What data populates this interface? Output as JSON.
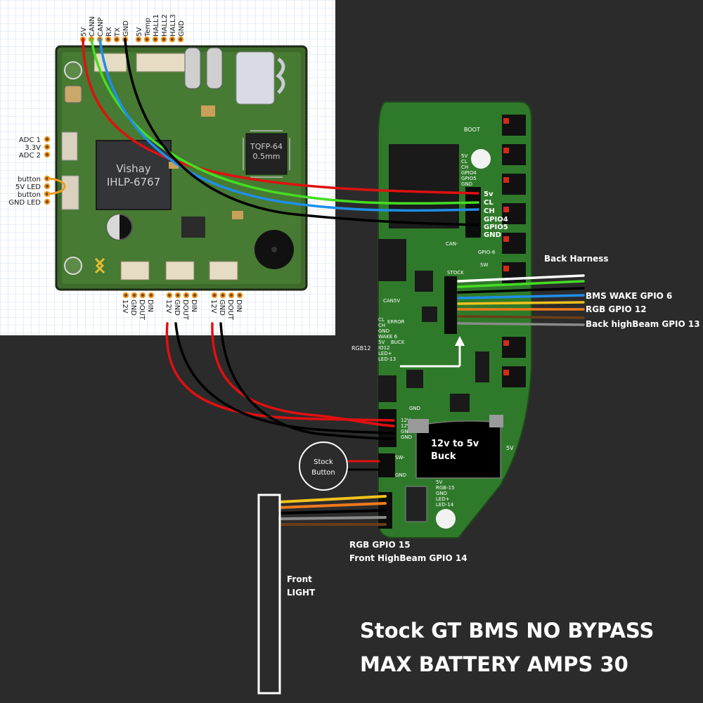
{
  "controller": {
    "top_pins": [
      "5V",
      "CANN",
      "CANP",
      "RX",
      "TX",
      "GND",
      "5V",
      "Temp",
      "HALL1",
      "HALL2",
      "HALL3",
      "GND"
    ],
    "left_pins": [
      "ADC 1",
      "3.3V",
      "ADC 2",
      "button",
      "5V LED",
      "button",
      "GND LED"
    ],
    "bottom_group1": [
      "12V",
      "GND",
      "DOUT",
      "DIN"
    ],
    "bottom_group2": [
      "12V",
      "GND",
      "DOUT",
      "DIN"
    ],
    "bottom_group3": [
      "12V",
      "GND",
      "DOUT",
      "DIN"
    ],
    "inductor_brand": "Vishay",
    "inductor_model": "IHLP-6767",
    "mcu_label_1": "TQFP-64",
    "mcu_label_2": "0.5mm"
  },
  "bms": {
    "top_pins": [
      "5v",
      "CL",
      "CH",
      "GPIO4",
      "GPIO5",
      "GND"
    ],
    "small_pins": [
      "5V",
      "CL",
      "CH",
      "GPIO4",
      "GPIO5",
      "GND"
    ],
    "boot_label": "BOOT",
    "can_label": "CAN-",
    "gpio6_label": "GPIO-6",
    "stock_label": "STOCK",
    "sw_label": "SW",
    "can5v_label": "CAN5V",
    "error_label": "ERROR",
    "left_pins": [
      "CL",
      "CH",
      "GND",
      "WAKE 6",
      "5V",
      "IO12",
      "LED+",
      "LED-13"
    ],
    "buck_pin": "BUCK",
    "rgb12_label": "RGB12",
    "power_pins": [
      "12V",
      "12V",
      "GND",
      "GND"
    ],
    "power_gnd": "GND",
    "sw_pins": [
      "SW-",
      "GND"
    ],
    "front_pins": [
      "5V",
      "RGB-15",
      "GND",
      "LED+",
      "LED-14"
    ],
    "right_5v": "5V",
    "buck_title_1": "12v to 5v",
    "buck_title_2": "Buck"
  },
  "labels": {
    "back_harness": "Back Harness",
    "bms_wake": "BMS WAKE GPIO 6",
    "rgb12": "RGB GPIO 12",
    "back_highbeam": "Back highBeam GPIO 13",
    "stock_button_1": "Stock",
    "stock_button_2": "Button",
    "rgb15": "RGB GPIO 15",
    "front_highbeam": "Front HighBeam GPIO 14",
    "front_light_1": "Front",
    "front_light_2": "LIGHT",
    "title_1": "Stock GT BMS NO BYPASS",
    "title_2": "MAX BATTERY AMPS 30"
  },
  "colors": {
    "background": "#2b2b2b",
    "pcb_green": "#2f7a2a",
    "wire_red": "#e01010",
    "wire_green": "#44dd22",
    "wire_blue": "#1e8fe8",
    "wire_black": "#000000",
    "wire_white": "#ffffff",
    "wire_yellow": "#f2c21b",
    "wire_orange": "#ee7a1a",
    "wire_brown": "#6b3d17",
    "wire_gray": "#8a8a8a"
  }
}
